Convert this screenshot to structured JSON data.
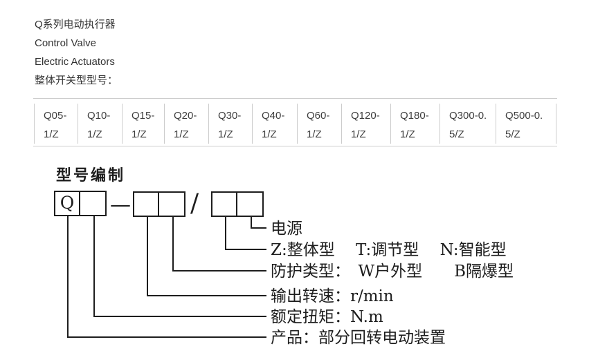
{
  "header": {
    "line1": "Q系列电动执行器",
    "line2": "Control Valve",
    "line3": "Electric Actuators",
    "line4": "整体开关型型号："
  },
  "models_table": {
    "models": [
      {
        "l1": "Q05-",
        "l2": "1/Z"
      },
      {
        "l1": "Q10-",
        "l2": "1/Z"
      },
      {
        "l1": "Q15-",
        "l2": "1/Z"
      },
      {
        "l1": "Q20-",
        "l2": "1/Z"
      },
      {
        "l1": "Q30-",
        "l2": "1/Z"
      },
      {
        "l1": "Q40-",
        "l2": "1/Z"
      },
      {
        "l1": "Q60-",
        "l2": "1/Z"
      },
      {
        "l1": "Q120-",
        "l2": "1/Z"
      },
      {
        "l1": "Q180-",
        "l2": "1/Z"
      },
      {
        "l1": "Q300-0.",
        "l2": "5/Z"
      },
      {
        "l1": "Q500-0.",
        "l2": "5/Z"
      }
    ]
  },
  "diagram": {
    "title": "型号编制",
    "prefix_letter": "Q",
    "separator_dash": "—",
    "separator_slash": "/",
    "labels": {
      "power": "电源",
      "type": "Z:整体型　 T:调节型　 N:智能型",
      "protection": "防护类型：　W户外型　　B隔爆型",
      "speed": "输出转速：r/min",
      "torque": "额定扭矩：N.m",
      "product": "产品：部分回转电动装置"
    }
  },
  "colors": {
    "background": "#ffffff",
    "header_text": "#333333",
    "table_border": "#cccccc",
    "table_text": "#3d3d3d",
    "diagram_ink": "#1d1d1d"
  }
}
